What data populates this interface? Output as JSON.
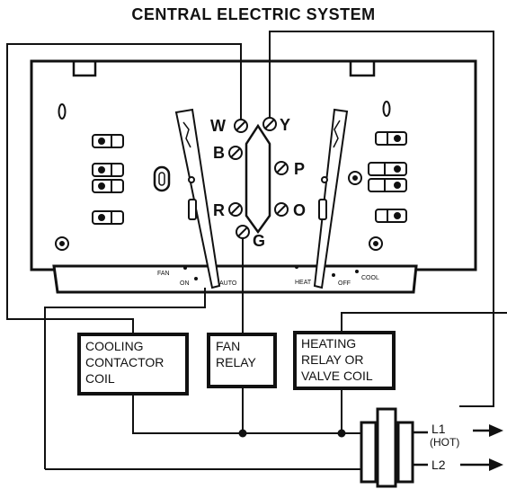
{
  "title": "CENTRAL ELECTRIC SYSTEM",
  "terminals": {
    "w": "W",
    "y": "Y",
    "b": "B",
    "p": "P",
    "r": "R",
    "o": "O",
    "g": "G"
  },
  "switches": {
    "fan": "FAN",
    "on": "ON",
    "auto": "AUTO",
    "heat": "HEAT",
    "off": "OFF",
    "cool": "COOL"
  },
  "boxes": {
    "cooling": [
      "COOLING",
      "CONTACTOR",
      "COIL"
    ],
    "fan": [
      "FAN",
      "RELAY"
    ],
    "heating": [
      "HEATING",
      "RELAY OR",
      "VALVE COIL"
    ]
  },
  "power": {
    "l1": "L1",
    "l1_note": "(HOT)",
    "l2": "L2"
  }
}
